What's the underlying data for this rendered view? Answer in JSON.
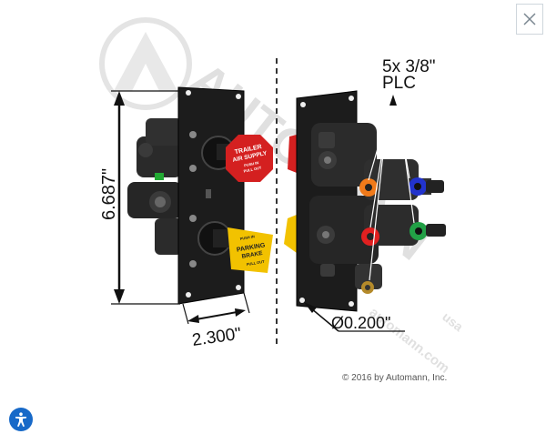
{
  "viewer": {
    "close_icon": "close-icon",
    "accessibility_icon": "accessibility-icon"
  },
  "product": {
    "dimensions": {
      "height": "6.687\"",
      "width": "2.300\"",
      "hole": "Ø0.200\""
    },
    "callout": {
      "line1": "5x 3/8\"",
      "line2": "PLC"
    },
    "trailer_knob": {
      "line1": "TRAILER",
      "line2": "AIR SUPPLY",
      "line3": "PUSH IN",
      "line4": "PULL OUT"
    },
    "parking_knob": {
      "line1": "PARKING",
      "line2": "BRAKE",
      "line3": "PUSH IN",
      "line4": "PULL OUT"
    },
    "watermark": {
      "brand": "AUTOMANN",
      "suffix": "usa",
      "url": "automann.com"
    },
    "copyright": "© 2016 by Automann, Inc."
  },
  "colors": {
    "panel": "#1c1c1c",
    "trailer_knob": "#d42020",
    "parking_knob": "#f2c200",
    "fitting_orange": "#f07a1a",
    "fitting_blue": "#2233cc",
    "fitting_red": "#e02020",
    "fitting_green": "#22a046",
    "accessibility_blue": "#1769c8"
  }
}
